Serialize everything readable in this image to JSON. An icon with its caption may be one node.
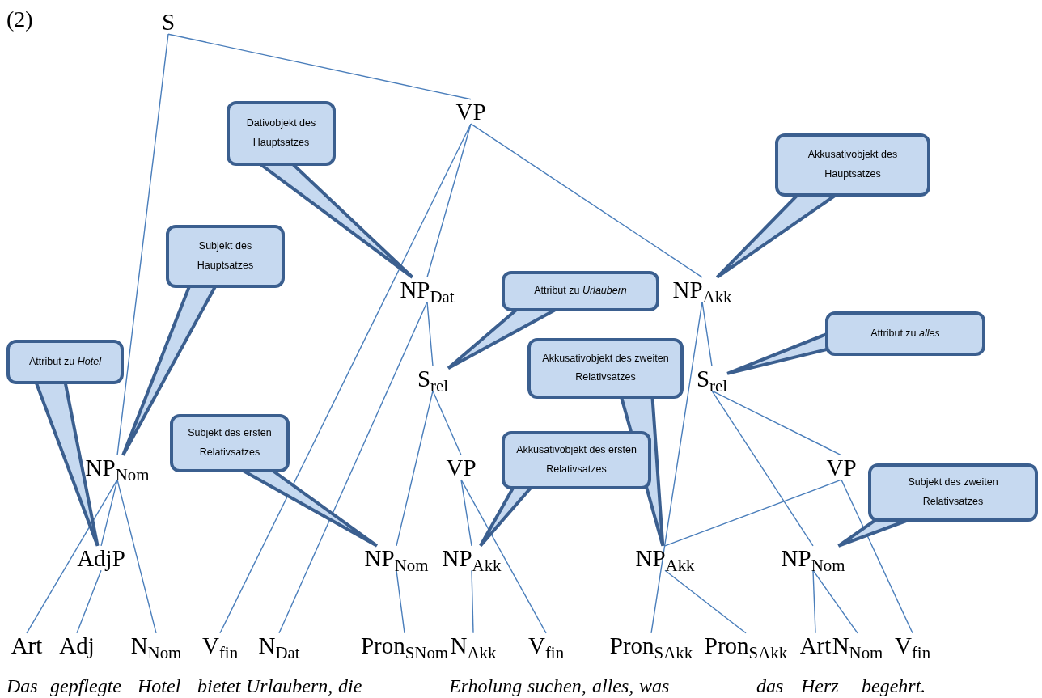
{
  "diagram": {
    "nodes": [
      {
        "text": [
          "S"
        ]
      },
      {
        "text": [
          "VP"
        ]
      },
      {
        "text": [
          "Dativobjekt des Hauptsatzes"
        ]
      },
      {
        "text": [
          "Akkusativobjekt des Hauptsatzes"
        ]
      },
      {
        "text": [
          "Subjekt des Hauptsatzes"
        ]
      },
      {
        "text": [
          "NP$_{Dat}$"
        ]
      },
      {
        "text": [
          "Attribut zu *Urlaubern*"
        ]
      },
      {
        "text": [
          "NP$_{Akk}$"
        ]
      },
      {
        "text": [
          "Attribut zu *alles*"
        ]
      },
      {
        "text": [
          "Attribut zu *Hotel*"
        ]
      },
      {
        "text": [
          "Akkusativobjekt des zweiten Relativsatzes"
        ]
      },
      {
        "text": [
          "S$_{rel}$"
        ]
      },
      {
        "text": [
          "S$_{rel}$"
        ]
      },
      {
        "text": [
          "Subjekt des ersten Relativsatzes"
        ]
      },
      {
        "text": [
          "Akkusativobjekt des ersten Relativsatzes"
        ]
      },
      {
        "text": [
          "NP$_{Nom}$"
        ]
      },
      {
        "text": [
          "VP"
        ]
      },
      {
        "text": [
          "VP"
        ]
      },
      {
        "text": [
          "Subjekt des zweiten Relativsatzes"
        ]
      },
      {
        "text": [
          "AdjP"
        ]
      },
      {
        "text": [
          "NP$_{Nom}$"
        ]
      },
      {
        "text": [
          "NP$_{Akk}$"
        ]
      },
      {
        "text": [
          "NP$_{Akk}$"
        ]
      },
      {
        "text": [
          "NP$_{Nom}$"
        ]
      },
      {
        "text": [
          "Art"
        ]
      },
      {
        "text": [
          "Adj"
        ]
      },
      {
        "text": [
          "N$_{Nom}$"
        ]
      },
      {
        "text": [
          "V$_{fin}$"
        ]
      },
      {
        "text": [
          "N$_{Dat}$"
        ]
      },
      {
        "text": [
          "Pron$_{SNom}$"
        ]
      },
      {
        "text": [
          "N$_{Akk}$"
        ]
      },
      {
        "text": [
          "V$_{fin}$"
        ]
      },
      {
        "text": [
          "Pron$_{SAkk}$"
        ]
      },
      {
        "text": [
          "Pron$_{SAkk}$"
        ]
      },
      {
        "text": [
          "Art"
        ]
      },
      {
        "text": [
          "N$_{Nom}$"
        ]
      },
      {
        "text": [
          "V$_{fin}$"
        ]
      }
    ],
    "edges": [
      {
        "from": 0,
        "to": 15,
        "arrow": "none"
      },
      {
        "from": 0,
        "to": 1,
        "arrow": "none"
      },
      {
        "from": 1,
        "to": 27,
        "arrow": "none"
      },
      {
        "from": 1,
        "to": 5,
        "arrow": "none"
      },
      {
        "from": 1,
        "to": 7,
        "arrow": "none"
      },
      {
        "from": 15,
        "to": 24,
        "arrow": "none"
      },
      {
        "from": 15,
        "to": 19,
        "arrow": "none"
      },
      {
        "from": 15,
        "to": 26,
        "arrow": "none"
      },
      {
        "from": 19,
        "to": 25,
        "arrow": "none"
      },
      {
        "from": 5,
        "to": 28,
        "arrow": "none"
      },
      {
        "from": 5,
        "to": 11,
        "arrow": "none"
      },
      {
        "from": 11,
        "to": 20,
        "arrow": "none"
      },
      {
        "from": 11,
        "to": 16,
        "arrow": "none"
      },
      {
        "from": 16,
        "to": 21,
        "arrow": "none"
      },
      {
        "from": 16,
        "to": 31,
        "arrow": "none"
      },
      {
        "from": 20,
        "to": 29,
        "arrow": "none"
      },
      {
        "from": 21,
        "to": 30,
        "arrow": "none"
      },
      {
        "from": 7,
        "to": 32,
        "arrow": "none"
      },
      {
        "from": 7,
        "to": 12,
        "arrow": "none"
      },
      {
        "from": 12,
        "to": 17,
        "arrow": "none"
      },
      {
        "from": 12,
        "to": 23,
        "arrow": "none"
      },
      {
        "from": 17,
        "to": 22,
        "arrow": "none"
      },
      {
        "from": 17,
        "to": 36,
        "arrow": "none"
      },
      {
        "from": 22,
        "to": 33,
        "arrow": "none"
      },
      {
        "from": 23,
        "to": 34,
        "arrow": "none"
      },
      {
        "from": 23,
        "to": 35,
        "arrow": "none"
      },
      {
        "from": 2,
        "to": 5,
        "arrow": "none"
      },
      {
        "from": 3,
        "to": 7,
        "arrow": "none"
      },
      {
        "from": 4,
        "to": 15,
        "arrow": "none"
      },
      {
        "from": 9,
        "to": 19,
        "arrow": "none"
      },
      {
        "from": 6,
        "to": 11,
        "arrow": "none"
      },
      {
        "from": 8,
        "to": 12,
        "arrow": "none"
      },
      {
        "from": 10,
        "to": 22,
        "arrow": "none"
      },
      {
        "from": 13,
        "to": 20,
        "arrow": "none"
      },
      {
        "from": 14,
        "to": 21,
        "arrow": "none"
      },
      {
        "from": 18,
        "to": 23,
        "arrow": "none"
      }
    ],
    "labels": [
      "(2)",
      "Das",
      "gepflegte",
      "Hotel",
      "bietet",
      "Urlaubern,",
      "die",
      "Erholung",
      "suchen,",
      "alles,",
      "was",
      "das",
      "Herz",
      "begehrt."
    ]
  }
}
